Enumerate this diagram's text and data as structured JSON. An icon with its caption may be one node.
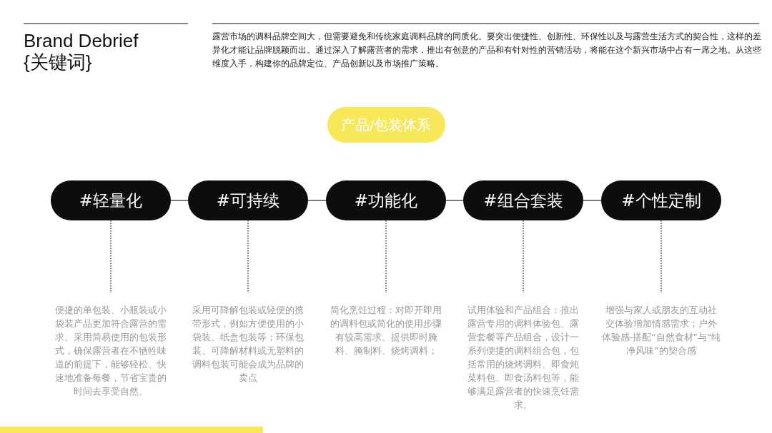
{
  "diagram": {
    "title": "Brand Debrief {关键词}",
    "nodes": [
      {
        "text": [
          "产品/包装体系"
        ]
      },
      {
        "text": [
          "#轻量化"
        ]
      },
      {
        "text": [
          "#可持续"
        ]
      },
      {
        "text": [
          "#功能化"
        ]
      },
      {
        "text": [
          "#组合套装"
        ]
      },
      {
        "text": [
          "#个性定制"
        ]
      },
      {
        "text": [
          "便捷的单包装、小瓶装或小袋装产品更加符合露营的需求。采用简易使用的包装形式，确保露营者在不牺牲味道的前提下，能够轻松、快速地准备每餐，节省宝贵的时间去享受自然。"
        ]
      },
      {
        "text": [
          "采用可降解包装或轻便的携带形式，例如方便使用的小袋装、纸盒包装等；环保包装、可降解材料或无塑料的调料包装可能会成为品牌的卖点"
        ]
      },
      {
        "text": [
          "简化烹饪过程：对即开即用的调料包或简化的使用步骤有较高需求。提供即时腌料、腌制料、烧烤调料；"
        ]
      },
      {
        "text": [
          "试用体验和产品组合：推出露营专用的调料体验包、露营套餐等产品组合，设计一系列便捷的调料组合包，包括常用的烧烤调料、即食炖菜料包、即食汤料包等，能够满足露营者的快速烹饪需求。"
        ]
      },
      {
        "text": [
          "增强与家人或朋友的互动社交体验增加情感需求；户外体验感-搭配“自然食材”与“纯净风味”的契合感"
        ]
      }
    ],
    "edges": [
      {
        "from": 1,
        "to": 2,
        "arrow": "none"
      },
      {
        "from": 2,
        "to": 3,
        "arrow": "none"
      },
      {
        "from": 3,
        "to": 4,
        "arrow": "none"
      },
      {
        "from": 4,
        "to": 5,
        "arrow": "none"
      },
      {
        "from": 1,
        "to": 6,
        "arrow": "none",
        "style": "dashed"
      },
      {
        "from": 2,
        "to": 7,
        "arrow": "none",
        "style": "dashed"
      },
      {
        "from": 3,
        "to": 8,
        "arrow": "none",
        "style": "dashed"
      },
      {
        "from": 4,
        "to": 9,
        "arrow": "none",
        "style": "dashed"
      },
      {
        "from": 5,
        "to": 10,
        "arrow": "none",
        "style": "dashed"
      }
    ],
    "labels": [
      "露营市场的调料品牌空间大，但需要避免和传统家庭调料品牌的同质化。要突出便捷性、创新性、环保性以及与露营生活方式的契合性，这样的差异化才能让品牌脱颖而出。通过深入了解露营者的需求，推出有创意的产品和有针对性的营销活动，将能在这个新兴市场中占有一席之地。从这些维度入手，构建你的品牌定位、产品创新以及市场推广策略。"
    ]
  }
}
